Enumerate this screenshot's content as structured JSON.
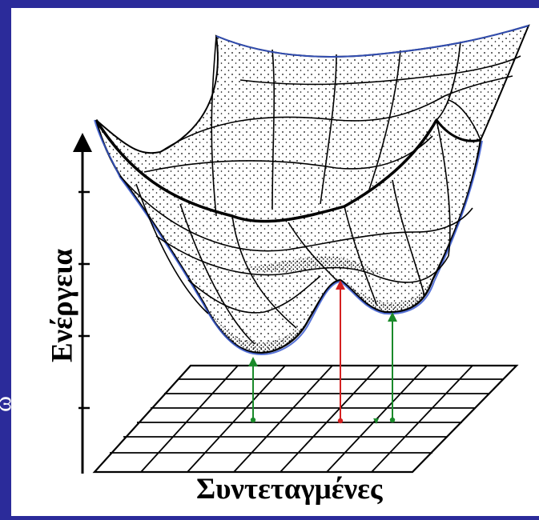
{
  "diagram": {
    "y_axis_label": "Ενέργεια",
    "x_axis_label": "Συντεταγμένες",
    "edge_glyph": "ω",
    "colors": {
      "background": "#2b2b9a",
      "panel": "#ffffff",
      "surface_outline": "#000000",
      "surface_edge_tint": "#3a5bd0",
      "minimum_marker": "#1a8a2a",
      "saddle_marker": "#d42020",
      "grid": "#000000"
    }
  }
}
